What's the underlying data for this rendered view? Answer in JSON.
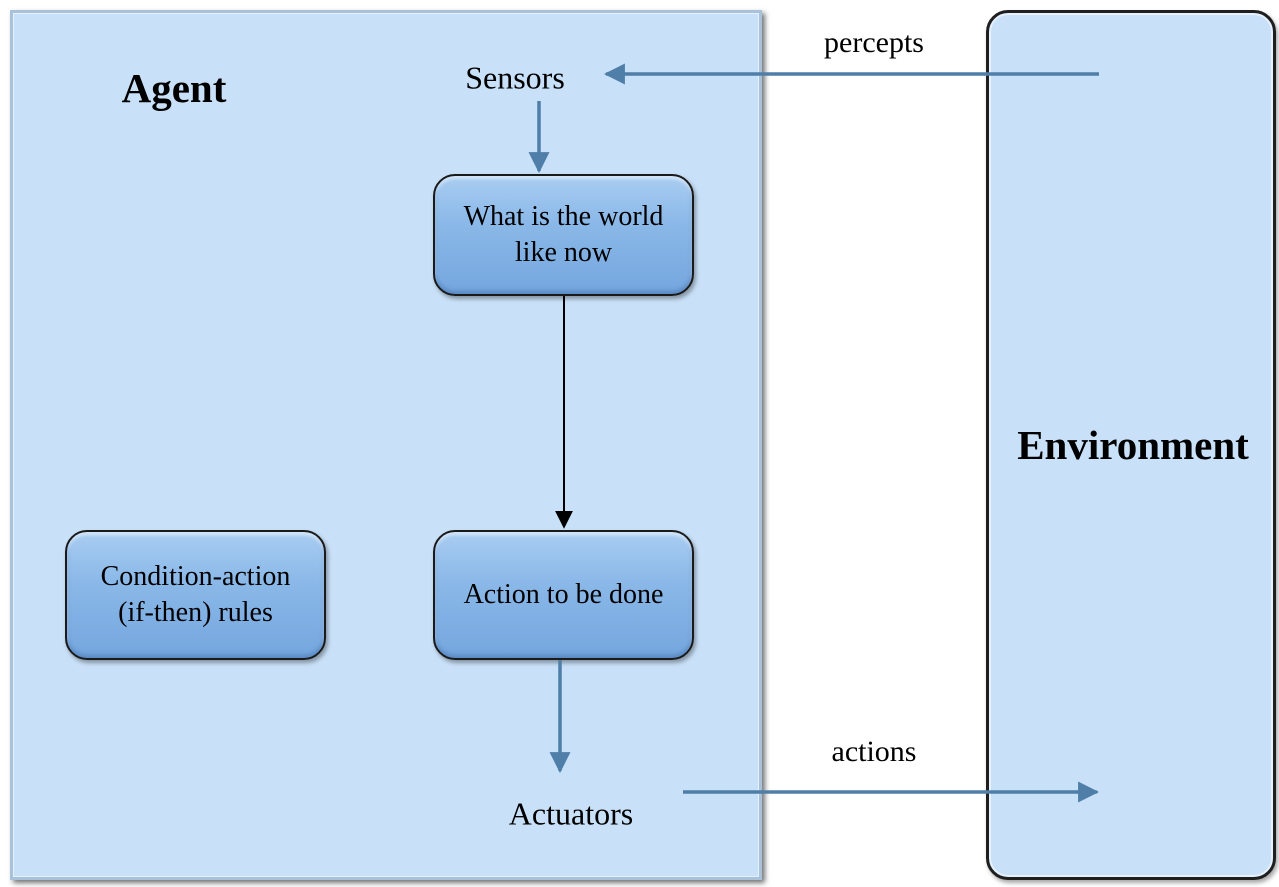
{
  "agent": {
    "title": "Agent",
    "sensors": "Sensors",
    "actuators": "Actuators",
    "boxes": {
      "world_state": "What is the world\nlike now",
      "rules": "Condition-action\n(if-then) rules",
      "action": "Action to be done"
    }
  },
  "environment": {
    "title": "Environment"
  },
  "flows": {
    "percepts": "percepts",
    "actions": "actions"
  },
  "colors": {
    "panel_fill": "#c9e1f8",
    "box_fill": "#8ab8e8",
    "arrow_blue": "#4f7ea8",
    "arrow_black": "#000000"
  }
}
